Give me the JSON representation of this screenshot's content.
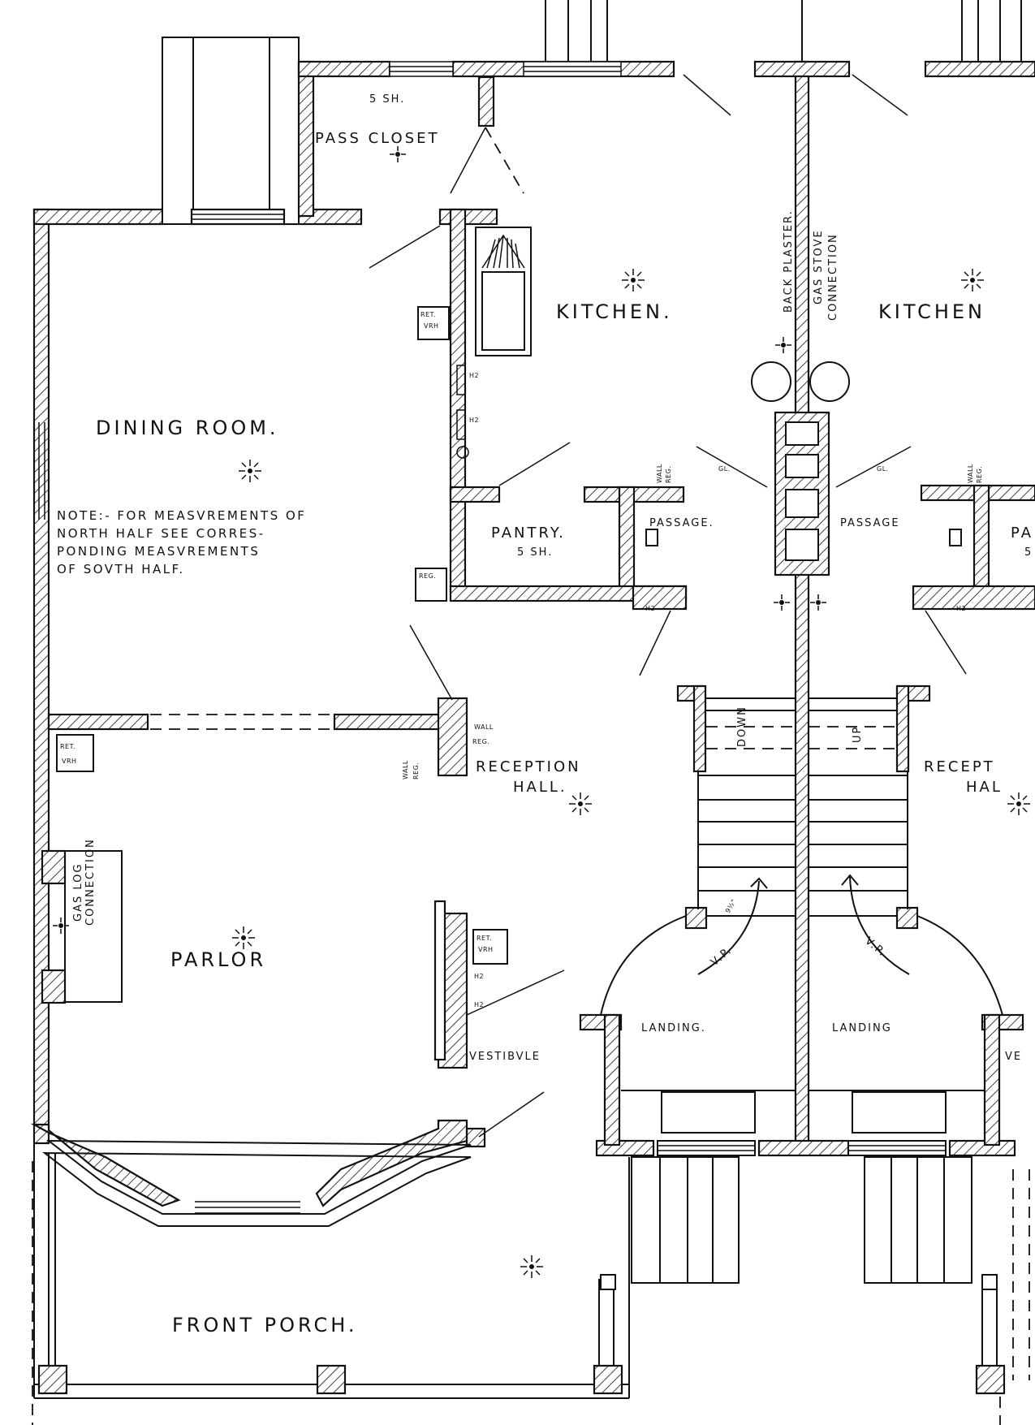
{
  "rooms": {
    "dining_room": "DINING ROOM.",
    "kitchen_south": "KITCHEN.",
    "kitchen_north": "KITCHEN",
    "parlor": "PARLOR",
    "reception_hall_south_1": "RECEPTION",
    "reception_hall_south_2": "HALL.",
    "reception_hall_north_1": "RECEPT",
    "reception_hall_north_2": "HAL",
    "pantry": "PANTRY.",
    "passage_south": "PASSAGE.",
    "passage_north": "PASSAGE",
    "pass_closet": "PASS CLOSET",
    "landing_south": "LANDING.",
    "landing_north": "LANDING",
    "vestibule_south": "VESTIBVLE",
    "vestibule_north": "VE",
    "front_porch": "FRONT PORCH.",
    "partial_north_pantry": "PA"
  },
  "annotations": {
    "five_sh_closet": "5 SH.",
    "five_sh_pantry": "5 SH.",
    "five_partial": "5",
    "note_lines": [
      "NOTE:- FOR MEASVREMENTS OF",
      "NORTH HALF SEE CORRES-",
      "PONDING MEASVREMENTS",
      "OF SOVTH HALF."
    ],
    "back_plaster": "BACK PLASTER.",
    "gas_stove_1": "GAS STOVE",
    "gas_stove_2": "CONNECTION",
    "gas_log_1": "GAS LOG",
    "gas_log_2": "CONNECTION",
    "wall": "WALL",
    "reg": "REG.",
    "ret": "RET.",
    "vrh": "VRH",
    "h2": "H2",
    "gl": "GL.",
    "down": "DOWN",
    "up": "UP",
    "vp": "V.P.",
    "step_dim": "9½\""
  },
  "colors": {
    "ink": "#111111",
    "paper": "#ffffff"
  }
}
